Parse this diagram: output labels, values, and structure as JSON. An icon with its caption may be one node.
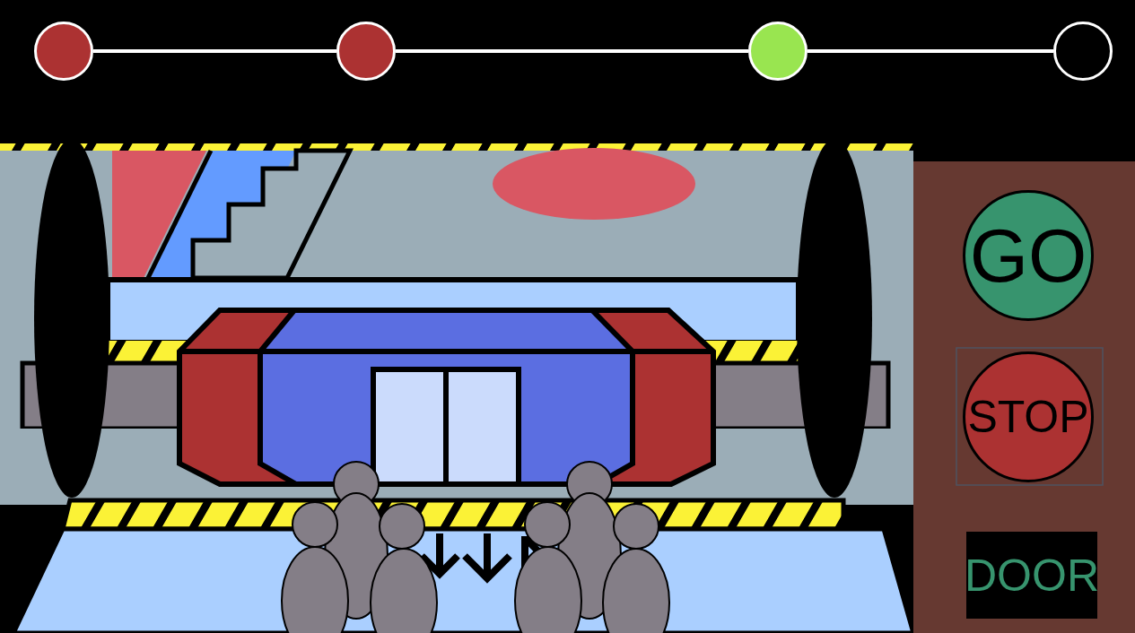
{
  "diagram": {
    "nodes": [
      {
        "text": [],
        "shape": "circle"
      },
      {
        "text": [],
        "shape": "circle"
      },
      {
        "text": [],
        "shape": "circle"
      },
      {
        "text": [],
        "shape": "circle"
      },
      {
        "text": [
          "GO"
        ]
      },
      {
        "text": [
          "STOP"
        ]
      },
      {
        "text": [
          "DOOR"
        ]
      }
    ],
    "edges": [
      {
        "from": 0,
        "to": 1,
        "arrow": "none"
      },
      {
        "from": 1,
        "to": 2,
        "arrow": "none"
      },
      {
        "from": 2,
        "to": 3,
        "arrow": "none"
      }
    ]
  }
}
